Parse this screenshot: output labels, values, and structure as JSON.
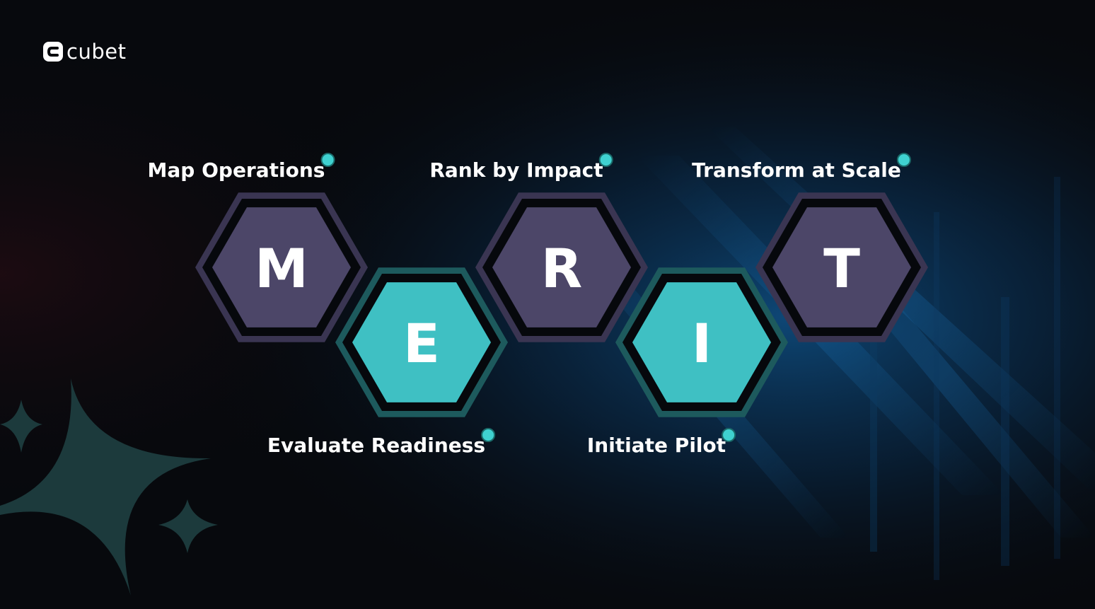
{
  "brand": {
    "name": "cubet",
    "logo_icon": "cubet-logo-icon"
  },
  "colors": {
    "background": "#07090d",
    "purple_hex": "#4c4668",
    "purple_ring": "#3a3552",
    "teal_hex": "#3fc0c3",
    "teal_ring": "#1d5a5d",
    "dot": "#3fd1d0",
    "sparkle": "#1c3a3c",
    "glow": "#0e4a7a"
  },
  "steps": [
    {
      "letter": "M",
      "label": "Map Operations",
      "tone": "purple",
      "row": "top"
    },
    {
      "letter": "E",
      "label": "Evaluate Readiness",
      "tone": "teal",
      "row": "bottom"
    },
    {
      "letter": "R",
      "label": "Rank by Impact",
      "tone": "purple",
      "row": "top"
    },
    {
      "letter": "I",
      "label": "Initiate Pilot",
      "tone": "teal",
      "row": "bottom"
    },
    {
      "letter": "T",
      "label": "Transform at Scale",
      "tone": "purple",
      "row": "top"
    }
  ],
  "decorations": [
    "sparkle-star-large",
    "sparkle-star-small",
    "sparkle-star-corner",
    "light-streaks"
  ]
}
